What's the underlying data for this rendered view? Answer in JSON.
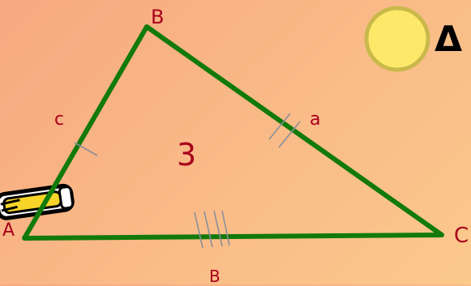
{
  "vertices": {
    "A": "A",
    "B": "B",
    "C": "C"
  },
  "sides": {
    "a": "a",
    "b": "B",
    "c": "c"
  },
  "area_label": "3",
  "header_symbol": "Δ",
  "colors": {
    "background": "#f9b887",
    "triangle_stroke": "#127a0a",
    "label": "#a8001c",
    "sun_fill": "#fde86a",
    "sun_ring": "#c9b84a"
  },
  "icons": [
    "sun-icon",
    "pencil-icon"
  ]
}
